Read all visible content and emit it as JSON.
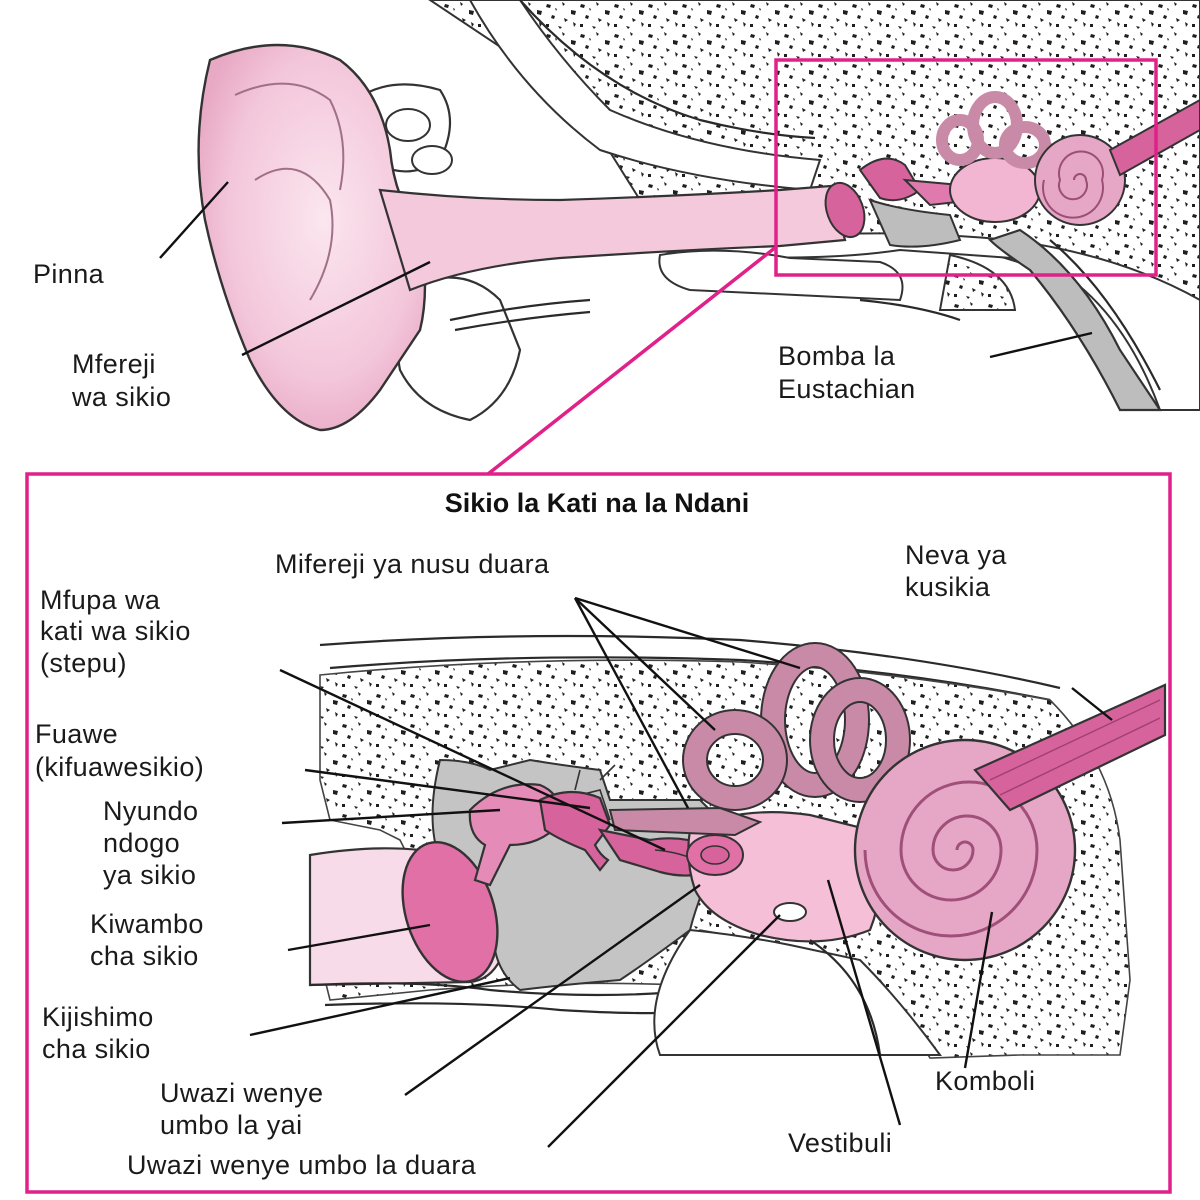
{
  "top_labels": {
    "pinna": "Pinna",
    "ear_canal_1": "Mfereji",
    "ear_canal_2": "wa sikio",
    "eustachian_1": "Bomba la",
    "eustachian_2": "Eustachian"
  },
  "inset": {
    "title": "Sikio la Kati na la Ndani",
    "semicircular": "Mifereji ya nusu duara",
    "nerve_1": "Neva ya",
    "nerve_2": "kusikia",
    "stapes_1": "Mfupa wa",
    "stapes_2": "kati wa sikio",
    "stapes_3": "(stepu)",
    "incus_1": "Fuawe",
    "incus_2": "(kifuawesikio)",
    "malleus_1": "Nyundo",
    "malleus_2": "ndogo",
    "malleus_3": "ya sikio",
    "eardrum_1": "Kiwambo",
    "eardrum_2": "cha sikio",
    "canal_1": "Kijishimo",
    "canal_2": "cha sikio",
    "oval_1": "Uwazi wenye",
    "oval_2": "umbo la yai",
    "round": "Uwazi wenye umbo la duara",
    "cochlea": "Komboli",
    "vestibule": "Vestibuli"
  },
  "colors": {
    "frame": "#e0218a",
    "pink_light": "#f8dbe8",
    "pink_mid": "#f0a7cb",
    "pink_dark": "#d6639c",
    "mauve": "#c98aa8",
    "gray": "#c4c4c4"
  }
}
